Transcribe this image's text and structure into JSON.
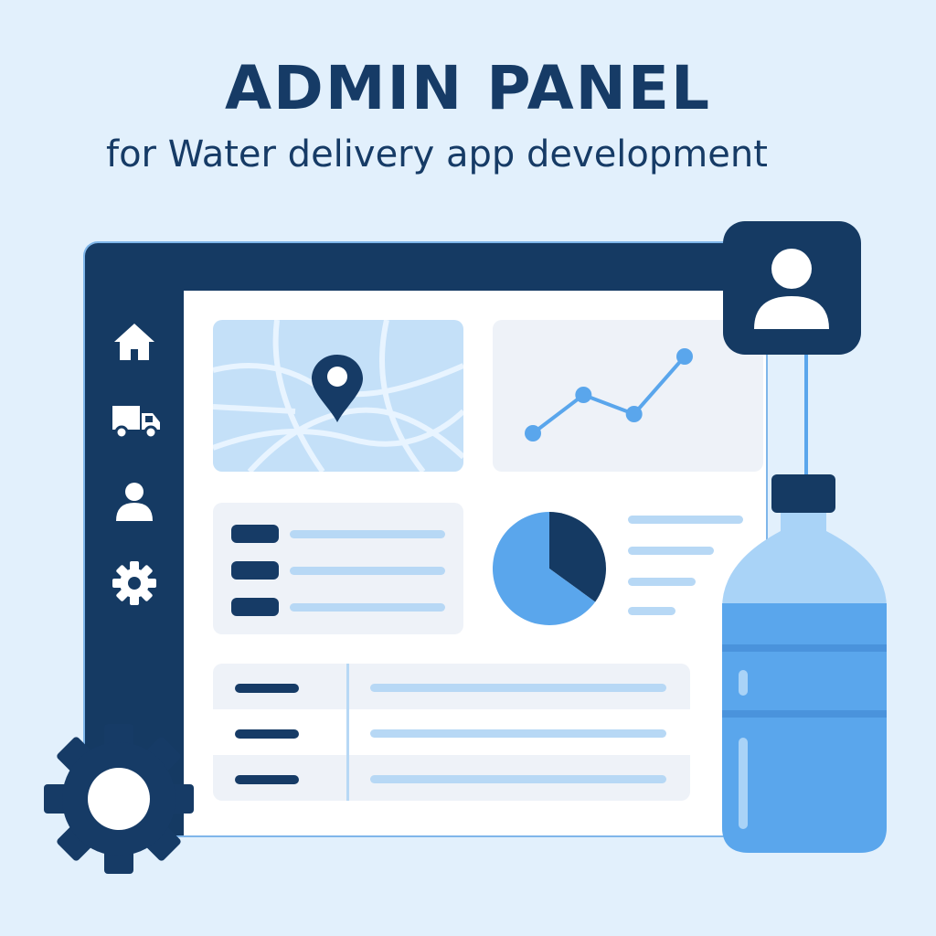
{
  "header": {
    "title": "ADMIN PANEL",
    "subtitle": "for Water delivery app development"
  },
  "sidebar": {
    "items": [
      {
        "icon": "home-icon"
      },
      {
        "icon": "truck-icon"
      },
      {
        "icon": "user-icon"
      },
      {
        "icon": "gear-icon"
      }
    ]
  },
  "widgets": {
    "map": {
      "icon": "map-pin-icon"
    },
    "line_chart": {
      "type": "line",
      "points": [
        1,
        3,
        2,
        5
      ]
    },
    "pie_chart": {
      "type": "pie",
      "slices": [
        35,
        65
      ]
    }
  },
  "colors": {
    "navy": "#153a63",
    "blue": "#5aa6ec",
    "light_blue": "#b7d8f5",
    "background": "#e2f0fc",
    "card": "#eef2f8"
  },
  "decor": {
    "profile_icon": "user-avatar-icon",
    "bottle_icon": "water-bottle-icon",
    "gear_icon": "gear-icon"
  }
}
